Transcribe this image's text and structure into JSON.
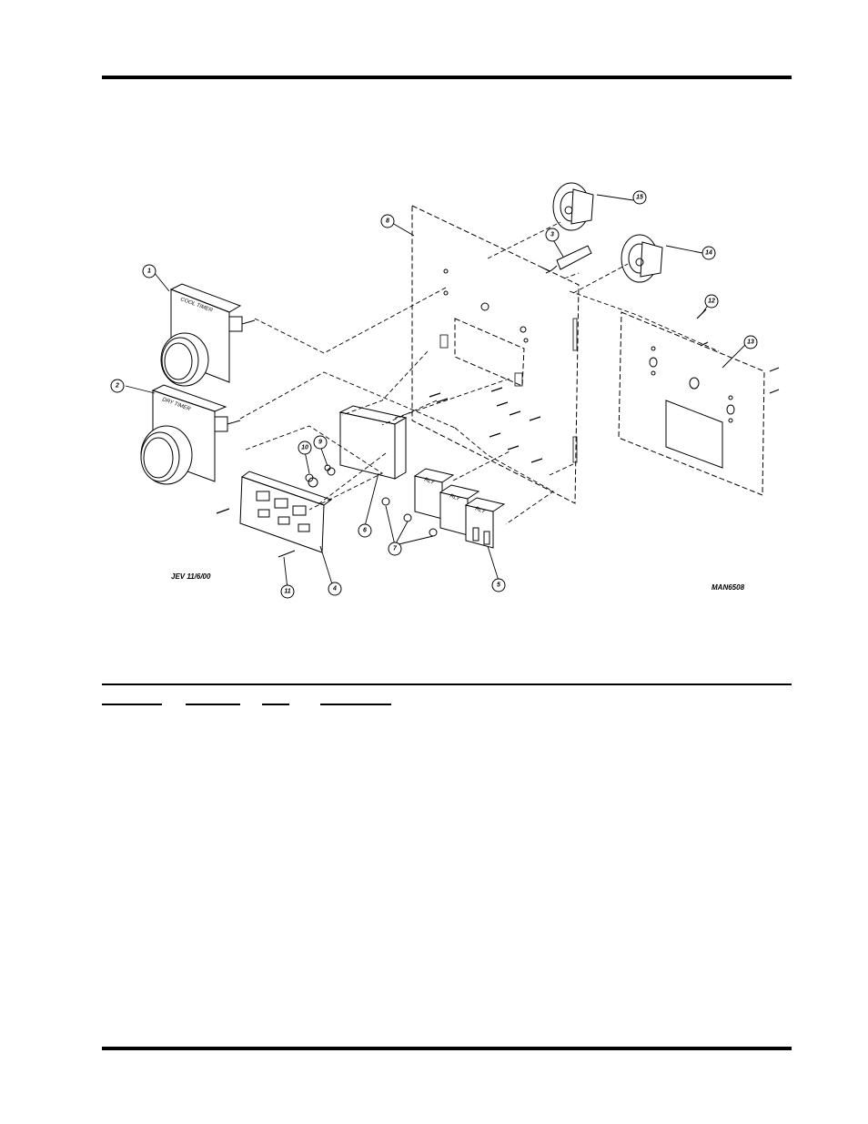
{
  "diagram": {
    "callouts": [
      "1",
      "2",
      "3",
      "4",
      "5",
      "6",
      "7",
      "8",
      "9",
      "10",
      "11",
      "12",
      "13",
      "14",
      "15"
    ],
    "part_labels": {
      "cool_timer": "COOL TIMER",
      "dry_timer": "DRY TIMER",
      "switch_a": "RLY",
      "switch_b": "RLY",
      "switch_c": "RLY"
    },
    "drawing_date": "JEV 11/6/00",
    "drawing_number": "MAN6508"
  }
}
